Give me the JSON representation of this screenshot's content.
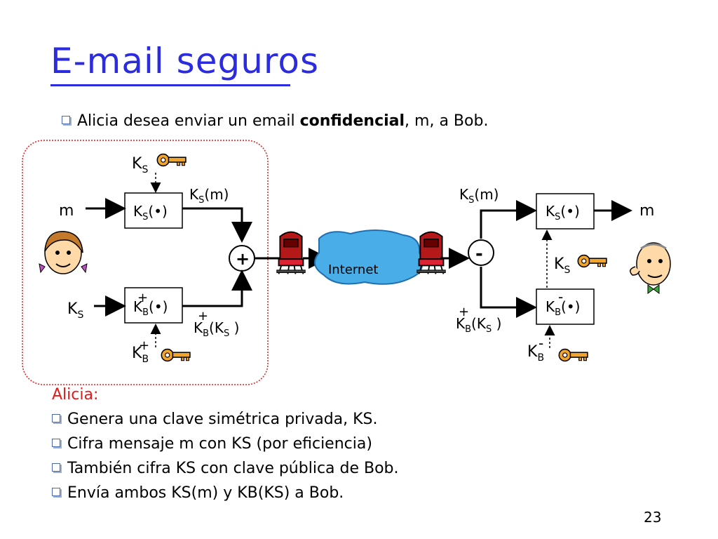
{
  "title": "E-mail seguros",
  "intro": {
    "text_before": "Alicia desea enviar un email ",
    "bold": "confidencial",
    "text_after": ", m, a Bob."
  },
  "diagram": {
    "sender": {
      "input_m": "m",
      "key_ks": "KS",
      "box_sym_encrypt": "KS(•)",
      "box_pub_encrypt": "KB(•)",
      "input_ks": "KS",
      "key_kb_plus": "KB",
      "out_ks_m": "KS(m)",
      "out_kb_ks": "KB(KS )",
      "combine_symbol": "+"
    },
    "network": {
      "cloud_label": "Internet"
    },
    "receiver": {
      "split_symbol": "-",
      "in_ks_m": "KS(m)",
      "in_kb_ks": "KB(KS )",
      "box_sym_decrypt": "KS(•)",
      "box_priv_decrypt": "KB(•)",
      "key_ks": "KS",
      "key_kb_minus": "KB",
      "output_m": "m"
    },
    "colors": {
      "accent": "#2b2be0",
      "alice_frame": "#e21b1b",
      "key": "#f0a020"
    }
  },
  "notes": {
    "header": "Alicia:",
    "items": [
      "Genera una clave simétrica privada, KS.",
      "Cifra mensaje m con KS (por eficiencia)",
      "También cifra KS con clave pública de Bob.",
      "Envía ambos KS(m) y KB(KS) a Bob."
    ]
  },
  "page_number": "23"
}
